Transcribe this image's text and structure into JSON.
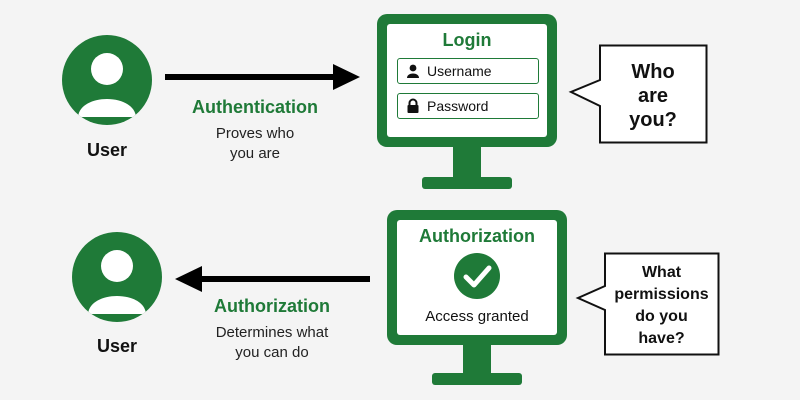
{
  "colors": {
    "accent": "#1f7a38",
    "arrow": "#000000",
    "background": "#f4f4f4"
  },
  "top_row": {
    "user": {
      "icon": "user-avatar-icon",
      "label": "User"
    },
    "arrow": {
      "direction": "right",
      "title": "Authentication",
      "description_line1": "Proves who",
      "description_line2": "you are"
    },
    "monitor": {
      "title": "Login",
      "username": {
        "icon": "person-icon",
        "label": "Username"
      },
      "password": {
        "icon": "lock-icon",
        "label": "Password"
      }
    },
    "bubble": {
      "line1": "Who",
      "line2": "are",
      "line3": "you?"
    }
  },
  "bottom_row": {
    "user": {
      "icon": "user-avatar-icon",
      "label": "User"
    },
    "arrow": {
      "direction": "left",
      "title": "Authorization",
      "description_line1": "Determines what",
      "description_line2": "you can do"
    },
    "monitor": {
      "title": "Authorization",
      "status_icon": "check-circle-icon",
      "status_text": "Access granted"
    },
    "bubble": {
      "line1": "What",
      "line2": "permissions",
      "line3": "do you",
      "line4": "have?"
    }
  }
}
